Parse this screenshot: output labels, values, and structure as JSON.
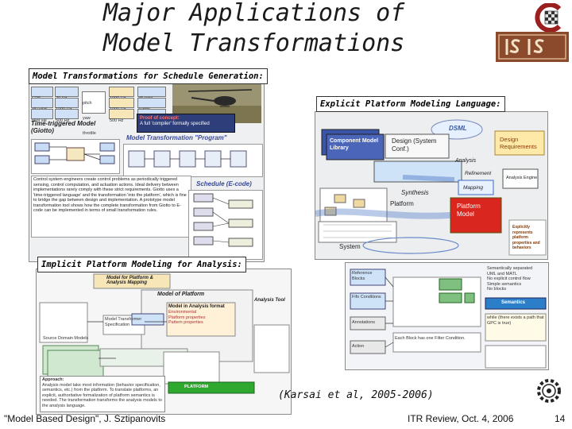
{
  "slide": {
    "title": "Major Applications of Model Transformations",
    "citation": "(Karsai et al, 2005-2006)",
    "footer_left": "\"Model Based Design\", J. Sztipanovits",
    "footer_right": "ITR Review, Oct. 4, 2006",
    "page_number": "14"
  },
  "labels": {
    "schedule": "Model Transformations for Schedule Generation:",
    "explicit": "Explicit Platform Modeling Language:",
    "implicit": "Implicit Platform Modeling for Analysis:"
  },
  "colors": {
    "logo_red": "#9a1f1f",
    "logo_brown": "#8b4a2b",
    "label_border": "#333333"
  },
  "panel_left": {
    "table_rows": [
      [
        "GPS",
        "20 Hz",
        "pitch",
        "1000 Hz",
        "alt vxss"
      ],
      [
        "alt valid",
        "1000 Hz",
        "yaw",
        "1000 Hz",
        "sudde"
      ],
      [
        "pilot val",
        "500 Hz",
        "throttle",
        "500 Hz",
        "engine"
      ]
    ],
    "proof_title": "Proof of concept:",
    "proof_text": "A full 'compiler' formally specified",
    "tt_label": "Time-triggered Model (Giotto)",
    "transform_label": "Model Transformation \"Program\"",
    "schedule_label": "Schedule (E-code)",
    "desc_text": "Control system engineers create control problems as periodically triggered sensing, control computation, and actuation actions. Ideal delivery between implementations rarely comply with these strict requirements. Giotto uses a 'time-triggered language' and the transformation 'into the platform', which is fine to bridge the gap between design and implementation. A prototype model transformation tool shows how the complete transformation from Giotto to E-code can be implemented in terms of small transformation rules."
  },
  "panel_right": {
    "dsml": "DSML",
    "component_library": "Component Model Library",
    "design_label": "Design (System Conf.)",
    "design_requirements": "Design Requirements",
    "analysis": "Analysis",
    "refinement": "Refinement",
    "analysis_engine": "Analysis Engine",
    "mapping": "Mapping",
    "synthesis": "Synthesis",
    "platform": "Platform",
    "platform_model": "Platform Model",
    "system": "System",
    "explanatory": "Explicitly represents platform properties and behaviors"
  },
  "panel_bottom": {
    "model_for": "Model for Platform & Analysis Mapping",
    "model_of_platform": "Model of Platform",
    "analysis_tool": "Analysis Tool",
    "model_analysis_format": "Model in Analysis format",
    "bullets": [
      "Environmental",
      "Platform properties",
      "Pattern properties"
    ],
    "model_transformer": "Model Transformer Specification",
    "source_models": "Source Domain Models",
    "platform_label": "PLATFORM",
    "approach_title": "Approach:",
    "approach_text": "Analysis model take most information (behavior specification, semantics, etc.) from the platform. To translate platforms, an explicit, authoritative formalization of platform semantics is needed. The transformation transforms the analysis models to the analysis language."
  },
  "panel_br": {
    "items": [
      "Reference Blocks",
      "Fifo Conditions",
      "Annotations",
      "Action"
    ],
    "notes": [
      "Semantically separated",
      "UML and MATL",
      "No explicit control flow",
      "Simple semantics",
      "No blocks"
    ],
    "semantics": "Semantics",
    "while_note": "while (there exists a path that GPC is true)",
    "action_note": "Each Block has one Filter Condition."
  }
}
